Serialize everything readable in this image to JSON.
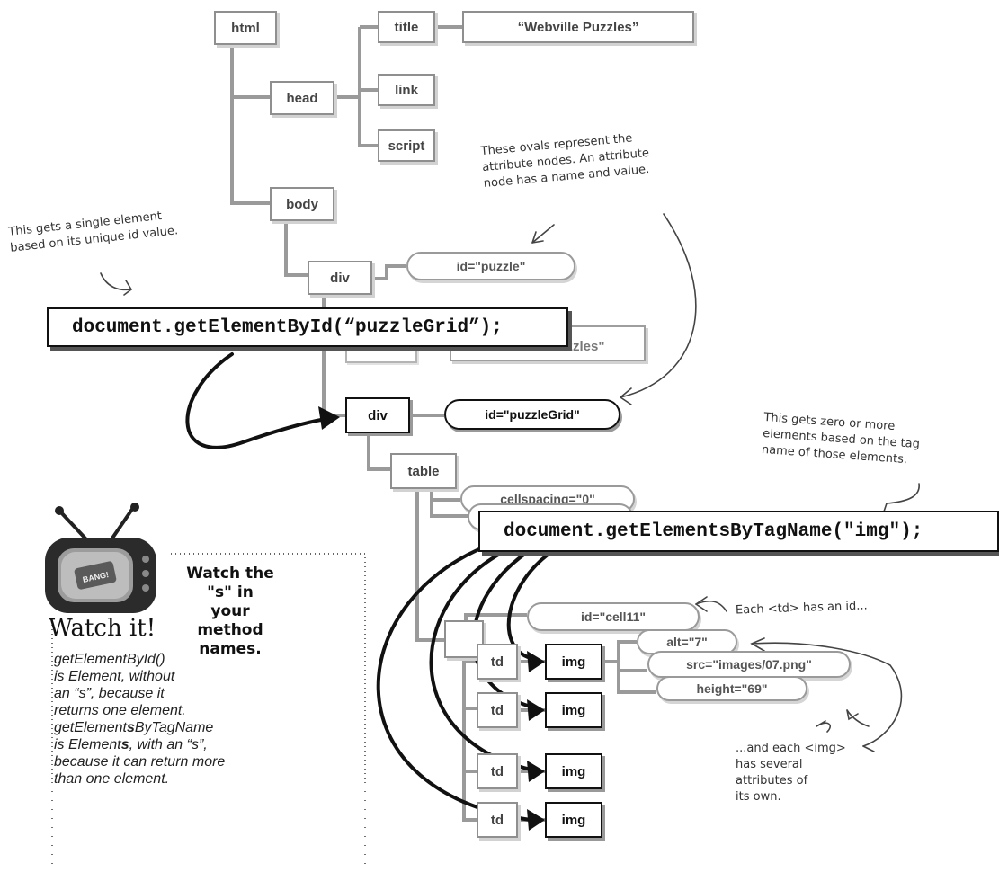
{
  "nodes": {
    "html": "html",
    "head": "head",
    "title": "title",
    "title_text": "“Webville Puzzles”",
    "link": "link",
    "script": "script",
    "body": "body",
    "div1": "div",
    "div1_id": "id=\"puzzle\"",
    "hidden_text": "Webville Puzzles\"",
    "div2": "div",
    "div2_id": "id=\"puzzleGrid\"",
    "table": "table",
    "cellspacing": "cellspacing=\"0\"",
    "td_id": "id=\"cell11\"",
    "td": "td",
    "img": "img",
    "alt": "alt=\"7\"",
    "src": "src=\"images/07.png\"",
    "height": "height=\"69\""
  },
  "code": {
    "get_by_id": "document.getElementById(“puzzleGrid”);",
    "get_by_tag": "document.getElementsByTagName(\"img\");"
  },
  "notes": {
    "ovals_1": "These ovals represent the",
    "ovals_2": "attribute nodes. An attribute",
    "ovals_3": "node has a name and value.",
    "single_1": "This gets a single element",
    "single_2": "based on its unique id value.",
    "zero_1": "This gets zero or more",
    "zero_2": "elements based on the tag",
    "zero_3": "name of those elements.",
    "each_td": "Each <td> has an id...",
    "each_img_1": "...and each <img>",
    "each_img_2": "has several",
    "each_img_3": "attributes of",
    "each_img_4": "its own."
  },
  "watch": {
    "heading_1": "Watch the",
    "heading_2": "\"s\" in your",
    "heading_3": "method",
    "heading_4": "names.",
    "badge": "Watch it!",
    "tv_label": "BANG!",
    "body_1": "getElementById()",
    "body_2": "is Element, without",
    "body_3": "an “s”, because it",
    "body_4": "returns one element.",
    "body_5a": "getElement",
    "body_5b": "s",
    "body_5c": "ByTagName",
    "body_6a": "is Element",
    "body_6b": "s",
    "body_6c": ", with an “s”,",
    "body_7": "because it can return more",
    "body_8": "than one element."
  }
}
